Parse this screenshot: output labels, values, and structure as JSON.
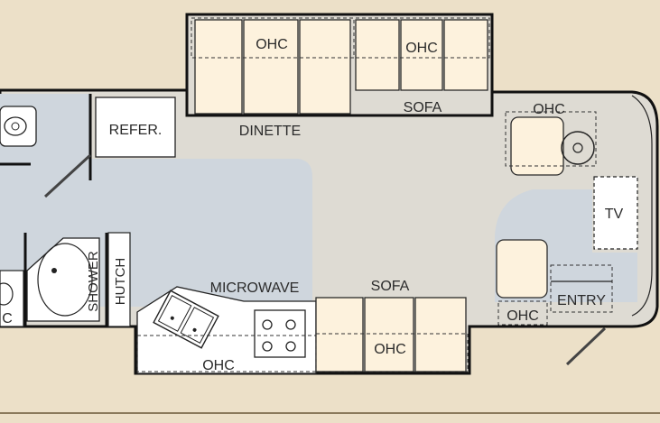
{
  "floorplan": {
    "labels": {
      "ohc_dinette": "OHC",
      "ohc_sofa_top": "OHC",
      "ohc_cab": "OHC",
      "ohc_sofa_bottom": "OHC",
      "ohc_galley": "OHC",
      "ohc_entry": "OHC",
      "ohc_bath_edge": "C",
      "refer": "REFER.",
      "dinette": "DINETTE",
      "sofa_top": "SOFA",
      "sofa_bottom": "SOFA",
      "microwave": "MICROWAVE",
      "shower": "SHOWER",
      "hutch": "HUTCH",
      "tv": "TV",
      "entry": "ENTRY"
    },
    "colors": {
      "background": "#ece0c8",
      "floor_main": "#dedbd3",
      "floor_blue": "#cfd6dd",
      "cushion": "#fdf2dd",
      "wall": "#111111"
    }
  }
}
